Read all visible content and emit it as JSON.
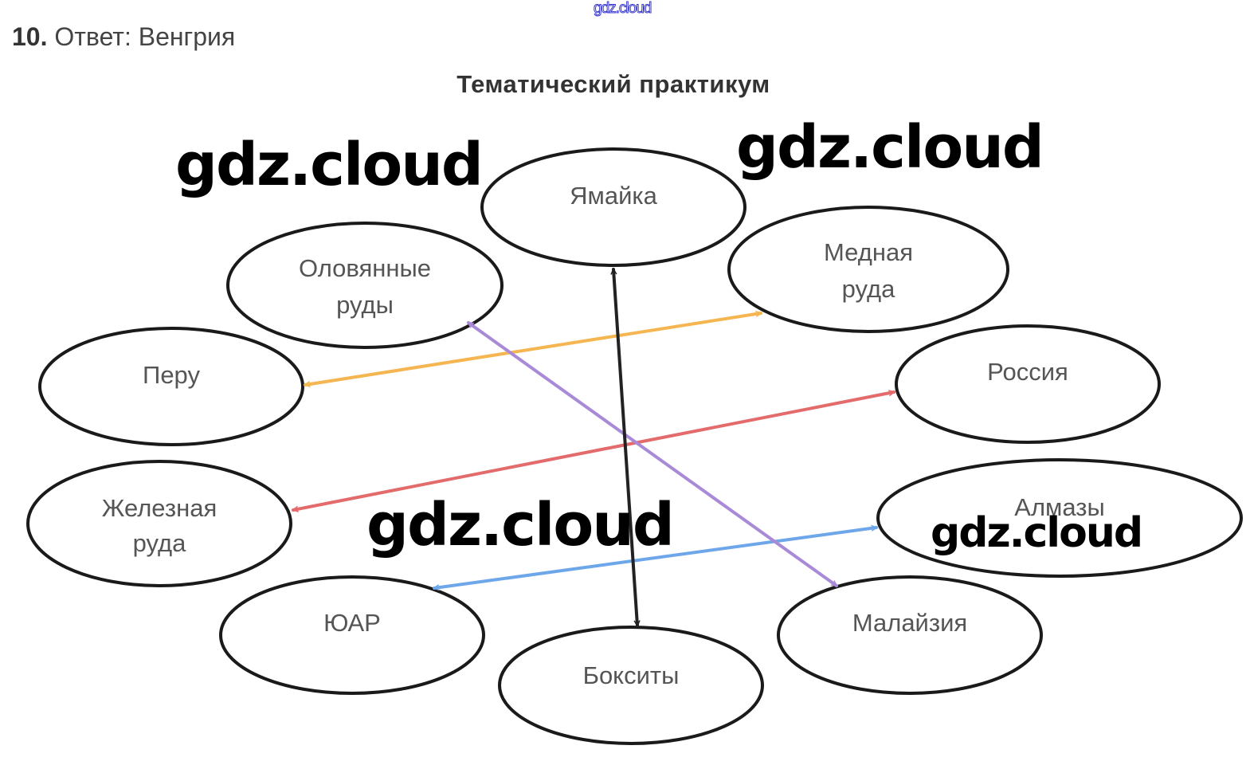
{
  "watermark_top": "gdz.cloud",
  "answer": {
    "number": "10.",
    "text": "Ответ: Венгрия"
  },
  "title": "Тематический практикум",
  "nodes": {
    "jamaica": [
      "Ямайка"
    ],
    "copper": [
      "Медная",
      "руда"
    ],
    "tin": [
      "Оловянные",
      "руды"
    ],
    "peru": [
      "Перу"
    ],
    "russia": [
      "Россия"
    ],
    "iron": [
      "Железная",
      "руда"
    ],
    "diamonds": [
      "Алмазы"
    ],
    "sar": [
      "ЮАР"
    ],
    "malaysia": [
      "Малайзия"
    ],
    "bauxite": [
      "Бокситы"
    ]
  },
  "connections": [
    {
      "from": "Ямайка",
      "to": "Бокситы",
      "color": "#222222"
    },
    {
      "from": "Перу",
      "to": "Медная руда",
      "color": "#f5b651"
    },
    {
      "from": "Железная руда",
      "to": "Россия",
      "color": "#e36b6b"
    },
    {
      "from": "Оловянные руды",
      "to": "Малайзия",
      "color": "#a98ad8"
    },
    {
      "from": "ЮАР",
      "to": "Алмазы",
      "color": "#6ea6ea"
    }
  ],
  "watermarks": [
    "gdz.cloud",
    "gdz.cloud",
    "gdz.cloud",
    "gdz.cloud"
  ]
}
